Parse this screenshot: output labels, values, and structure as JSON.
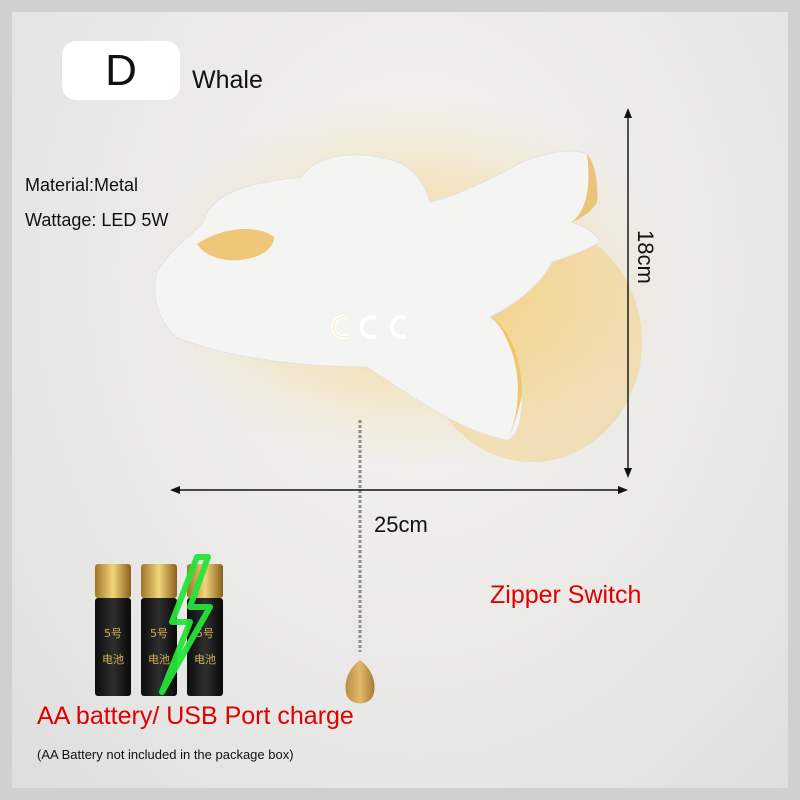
{
  "variant": {
    "letter": "D",
    "name": "Whale"
  },
  "specs": {
    "material": "Material:Metal",
    "wattage": "Wattage: LED 5W"
  },
  "dimensions": {
    "height": "18cm",
    "width": "25cm"
  },
  "labels": {
    "switch": "Zipper Switch",
    "battery": "AA battery/ USB Port charge",
    "note": "(AA Battery not included in the package box)"
  },
  "battery_print": {
    "line1": "5号",
    "line2": "电池"
  },
  "colors": {
    "highlight_red": "#e00000",
    "glow": "#f6c567",
    "charge_green": "#27e23a"
  }
}
